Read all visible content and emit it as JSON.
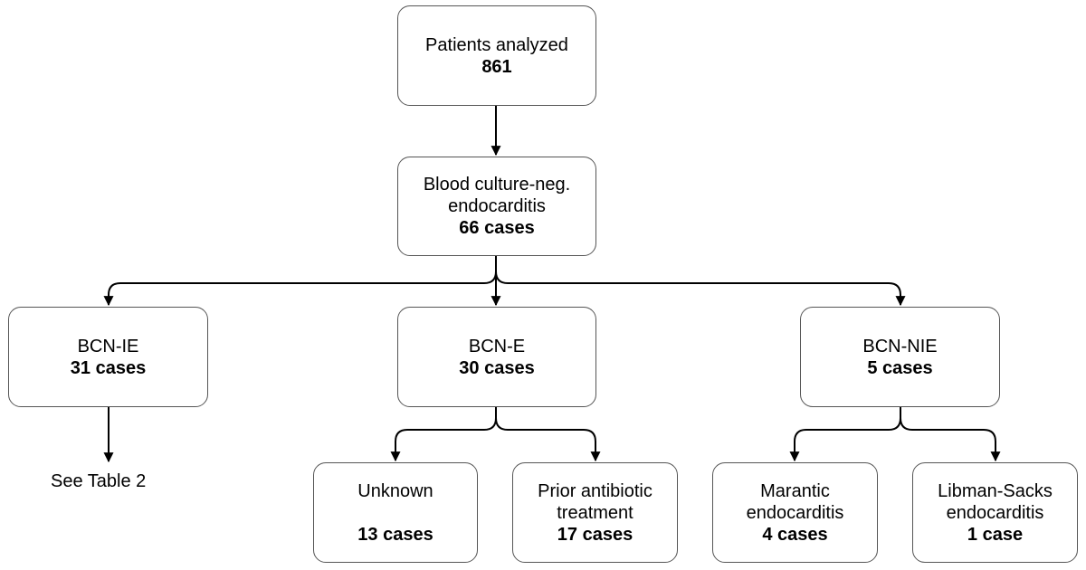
{
  "nodes": {
    "patients": {
      "label": "Patients analyzed",
      "count": "861"
    },
    "bcn": {
      "label_line1": "Blood culture-neg.",
      "label_line2": "endocarditis",
      "count": "66 cases"
    },
    "bcn_ie": {
      "label": "BCN-IE",
      "count": "31 cases"
    },
    "bcn_e": {
      "label": "BCN-E",
      "count": "30 cases"
    },
    "bcn_nie": {
      "label": "BCN-NIE",
      "count": "5 cases"
    },
    "unknown": {
      "label": "Unknown",
      "count": "13 cases"
    },
    "prior_antibiotic": {
      "label_line1": "Prior antibiotic",
      "label_line2": "treatment",
      "count": "17 cases"
    },
    "marantic": {
      "label_line1": "Marantic",
      "label_line2": "endocarditis",
      "count": "4 cases"
    },
    "libman_sacks": {
      "label_line1": "Libman-Sacks",
      "label_line2": "endocarditis",
      "count": "1 case"
    }
  },
  "see_table": "See Table 2"
}
